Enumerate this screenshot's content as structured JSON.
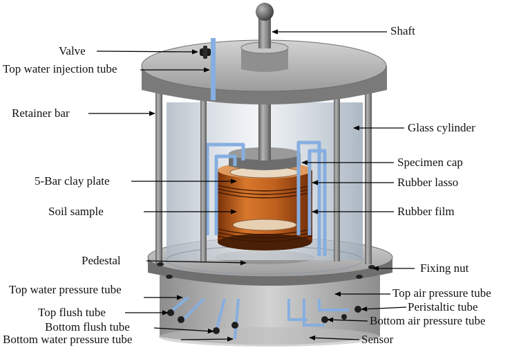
{
  "labels": {
    "shaft": "Shaft",
    "valve": "Valve",
    "top_water_injection_tube": "Top water injection tube",
    "retainer_bar": "Retainer bar",
    "glass_cylinder": "Glass cylinder",
    "specimen_cap": "Specimen cap",
    "clay_plate": "5-Bar clay plate",
    "rubber_lasso": "Rubber lasso",
    "soil_sample": "Soil sample",
    "rubber_film": "Rubber film",
    "pedestal": "Pedestal",
    "fixing_nut": "Fixing nut",
    "top_water_pressure_tube": "Top water pressure tube",
    "top_air_pressure_tube": "Top air pressure tube",
    "top_flush_tube": "Top flush tube",
    "peristaltic_tube": "Peristaltic tube",
    "bottom_flush_tube": "Bottom flush tube",
    "bottom_air_pressure_tube": "Bottom air pressure tube",
    "bottom_water_pressure_tube": "Bottom water pressure tube",
    "sensor": "Sensor"
  },
  "colors": {
    "metal": "#8c8c8c",
    "glass": "#c9d3de",
    "tube": "#86aee0",
    "sample": "#c1601f",
    "leader": "#000000"
  }
}
